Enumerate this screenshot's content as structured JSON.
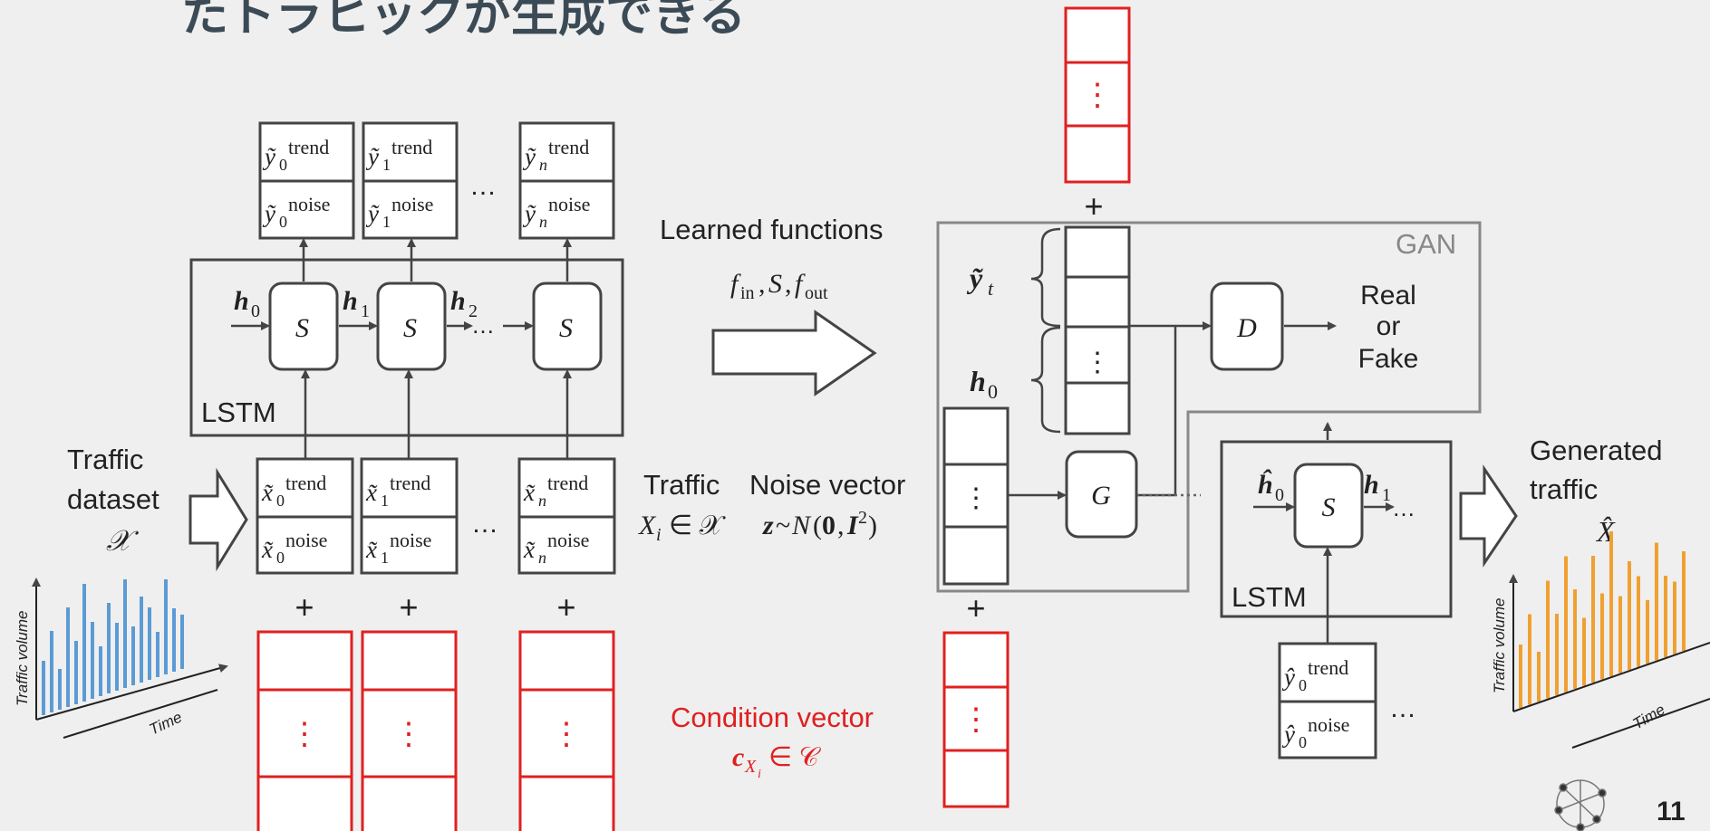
{
  "title": "たトラヒックが生成できる",
  "page_number": "11",
  "labels": {
    "traffic_dataset": [
      "Traffic",
      "dataset"
    ],
    "dataset_symbol": "𝒳",
    "lstm": "LSTM",
    "learned_functions": "Learned functions",
    "learned_functions_math": "f_in, S, f_out",
    "gan": "GAN",
    "real_or_fake": [
      "Real",
      "or",
      "Fake"
    ],
    "traffic": "Traffic",
    "traffic_math": "X_i ∈ 𝒳",
    "noise_vector": "Noise vector",
    "noise_math": "z~N(0, I²)",
    "condition_vector": "Condition vector",
    "condition_math": "c_{X_i} ∈ 𝒞",
    "generated_traffic": [
      "Generated",
      "traffic"
    ],
    "generated_symbol": "X̂",
    "traffic_volume": "Traffic volume",
    "time": "Time",
    "ellipsis": "…",
    "vdots": "⋮",
    "plus": "+",
    "d": "D",
    "g": "G",
    "s": "S",
    "y_tilde_t": "ỹ_t",
    "h0": "h_0"
  },
  "colors": {
    "background": "#efefef",
    "box_stroke": "#444444",
    "condition_red": "#e02020",
    "gan_frame": "#888888",
    "input_bars": "#5b9bd5",
    "generated_bars": "#f0a030"
  },
  "icons": [
    "network-logo-icon",
    "block-arrow-icon"
  ]
}
